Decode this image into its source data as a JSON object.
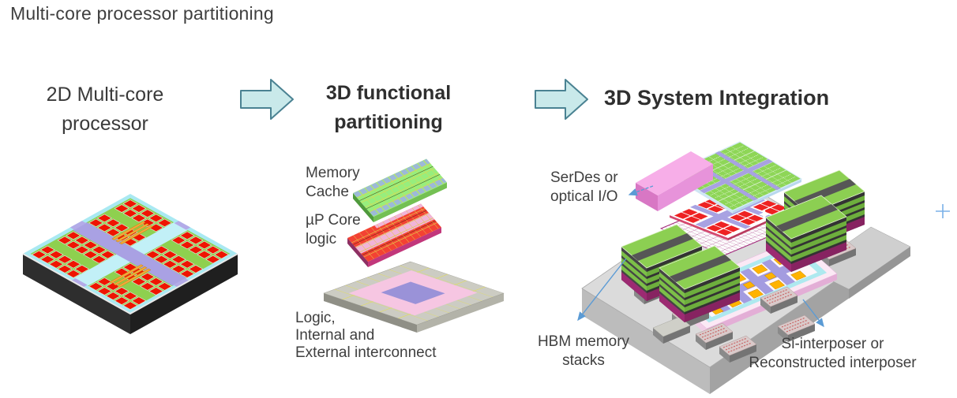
{
  "slide": {
    "title": "Multi-core processor partitioning",
    "stages": {
      "stage1": {
        "line1": "2D Multi-core",
        "line2": "processor"
      },
      "stage2": {
        "line1": "3D functional",
        "line2": "partitioning"
      },
      "stage3": {
        "line1": "3D System Integration"
      }
    },
    "functional_partitioning_labels": {
      "memory": {
        "line1": "Memory",
        "line2": "Cache"
      },
      "core": {
        "line1": "µP Core",
        "line2": "logic"
      },
      "interconnect": {
        "line1": "Logic,",
        "line2": "Internal and",
        "line3": "External interconnect"
      }
    },
    "system_integration_labels": {
      "serdes": {
        "line1": "SerDes or",
        "line2": "optical I/O"
      },
      "hbm": {
        "line1": "HBM memory",
        "line2": "stacks"
      },
      "interposer": {
        "line1": "Si-interposer or",
        "line2": "Reconstructed interposer"
      }
    },
    "cursor_glyph": "+",
    "icons": {
      "flow_arrow": "block-arrow-right-icon",
      "annotation_arrow": "thin-blue-arrow-icon",
      "cursor": "plus-cursor-icon"
    },
    "colors": {
      "title_text": "#3f3f3f",
      "heading_text": "#2f2f2f",
      "label_text": "#3f3f3f",
      "flow_arrow_fill": "#c9e9ea",
      "flow_arrow_stroke": "#4a8292",
      "annotation_arrow_blue": "#5b9bd5",
      "chip_red": "#ee1500",
      "chip_green": "#8ed04f",
      "chip_cyan": "#a9e9f2",
      "lane_purple": "#a8a2e2",
      "layer_green_top": "#97ee7d",
      "layer_red_top": "#f34233",
      "layer_pink": "#f1b5d8",
      "base_gray": "#ccccc3",
      "base_pink": "#f6c6e2",
      "base_purple": "#9a92d8",
      "hbm_green": "#8ccf52",
      "hbm_base_magenta": "#9c2a72",
      "interposer_gray": "#dbdbdb",
      "die_orange": "#ffb300",
      "serdes_pink": "#f7aee8",
      "mesh_magenta": "#a1287a"
    }
  }
}
